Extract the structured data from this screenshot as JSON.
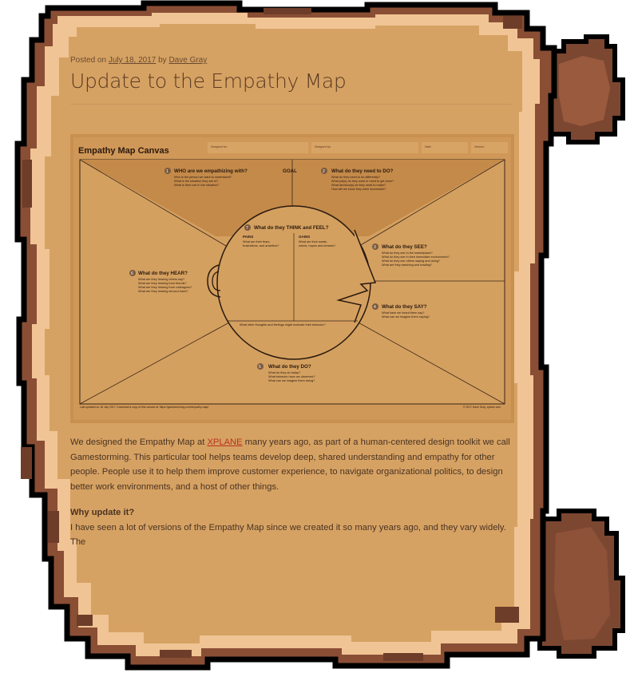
{
  "post": {
    "meta_prefix": "Posted on",
    "date": "July 18, 2017",
    "by": "by",
    "author": "Dave Gray",
    "title": "Update to the Empathy Map"
  },
  "canvas": {
    "title": "Empathy Map Canvas",
    "fields": [
      "Designed for:",
      "Designed by:",
      "Date:",
      "Version:"
    ],
    "goal_label": "GOAL",
    "sections": {
      "who": {
        "num": "1",
        "title": "WHO are we empathizing with?",
        "lines": [
          "Who is the person we want to understand?",
          "What is the situation they are in?",
          "What is their role in the situation?"
        ]
      },
      "do_need": {
        "num": "2",
        "title": "What do they need to DO?",
        "lines": [
          "What do they need to do differently?",
          "What job(s) do they want or need to get done?",
          "What decision(s) do they need to make?",
          "How will we know they were successful?"
        ]
      },
      "see": {
        "num": "3",
        "title": "What do they SEE?",
        "lines": [
          "What do they see in the marketplace?",
          "What do they see in their immediate environment?",
          "What do they see others saying and doing?",
          "What are they watching and reading?"
        ]
      },
      "say": {
        "num": "4",
        "title": "What do they SAY?",
        "lines": [
          "What have we heard them say?",
          "What can we imagine them saying?"
        ]
      },
      "do": {
        "num": "5",
        "title": "What do they DO?",
        "lines": [
          "What do they do today?",
          "What behavior have we observed?",
          "What can we imagine them doing?"
        ]
      },
      "hear": {
        "num": "6",
        "title": "What do they HEAR?",
        "lines": [
          "What are they hearing others say?",
          "What are they hearing from friends?",
          "What are they hearing from colleagues?",
          "What are they hearing second-hand?"
        ]
      },
      "think": {
        "num": "7",
        "title": "What do they THINK and FEEL?"
      }
    },
    "pains": {
      "title": "PAINS",
      "lines": [
        "What are their fears,",
        "frustrations, and anxieties?"
      ]
    },
    "gains": {
      "title": "GAINS",
      "lines": [
        "What are their wants,",
        "needs, hopes and dreams?"
      ]
    },
    "other_thoughts": "What other thoughts and feelings might motivate their behavior?",
    "footer_left": "Last updated on 18 July 2017. Download a copy of this canvas at: https://gamestorming.com/empathy-map/",
    "footer_right": "© 2017 Dave Gray, xplane.com"
  },
  "body": {
    "p1_before": "We designed the Empathy Map at ",
    "p1_link": "XPLANE",
    "p1_after": " many years ago, as part of a human-centered design toolkit we call Gamestorming. This particular tool helps teams develop deep, shared understanding and empathy for other people. People use it to help them improve customer experience, to navigate organizational politics, to design better work environments, and a host of other things.",
    "why_heading": "Why update it?",
    "p2": "I have seen a lot of versions of the Empathy Map since we created it so many years ago, and they vary widely. The"
  },
  "colors": {
    "parchment": "#d6a263",
    "parchment_light": "#f0c494",
    "scroll_dark": "#7c4731",
    "scroll_darker": "#5a2f1f",
    "outline": "#000000",
    "link": "#b8321f"
  }
}
